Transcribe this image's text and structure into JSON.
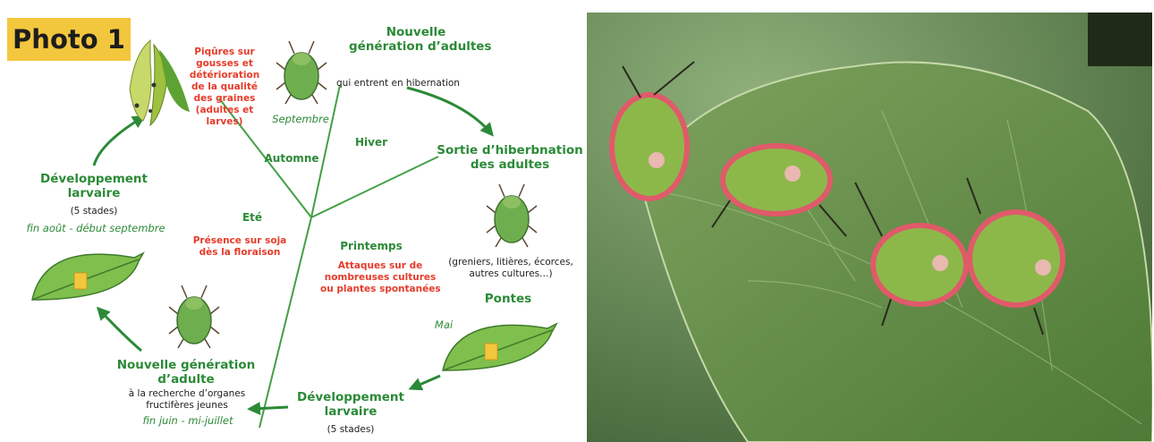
{
  "badge": "Photo 1",
  "colors": {
    "green": "#2b8a37",
    "red": "#e63b2a",
    "badge": "#f3c73d",
    "leaf": "#7fbf4d"
  },
  "seasons": {
    "autumn": "Automne",
    "winter": "Hiver",
    "summer": "Eté",
    "spring": "Printemps"
  },
  "stages": {
    "new_gen_title": [
      "Nouvelle",
      "génération d’adultes"
    ],
    "new_gen_note": "qui entrent en hibernation",
    "september": "Septembre",
    "exit_title": [
      "Sortie d’hiberbnation",
      "des adultes"
    ],
    "shelter": [
      "(greniers, litières, écorces,",
      "autres cultures…)"
    ],
    "spawn_title": "Pontes",
    "may": "Mai",
    "larval_bottom_title": [
      "Développement",
      "larvaire"
    ],
    "larval_bottom_note": "(5 stades)",
    "adult_gen_title": [
      "Nouvelle génération",
      "d’adulte"
    ],
    "adult_gen_note": [
      "à la recherche d’organes",
      "fructifères jeunes"
    ],
    "adult_gen_period": "fin juin - mi-juillet",
    "larval_left_title": [
      "Développement",
      "larvaire"
    ],
    "larval_left_note": "(5 stades)",
    "larval_left_period": "fin août - début septembre"
  },
  "red_notes": {
    "pods": [
      "Piqûres sur",
      "gousses et",
      "détérioration",
      "de la qualité",
      "des graines",
      "(adultes et",
      "larves)"
    ],
    "soy": [
      "Présence sur soja",
      "dès la floraison"
    ],
    "crops": [
      "Attaques sur de",
      "nombreuses cultures",
      "ou plantes spontanées"
    ]
  }
}
